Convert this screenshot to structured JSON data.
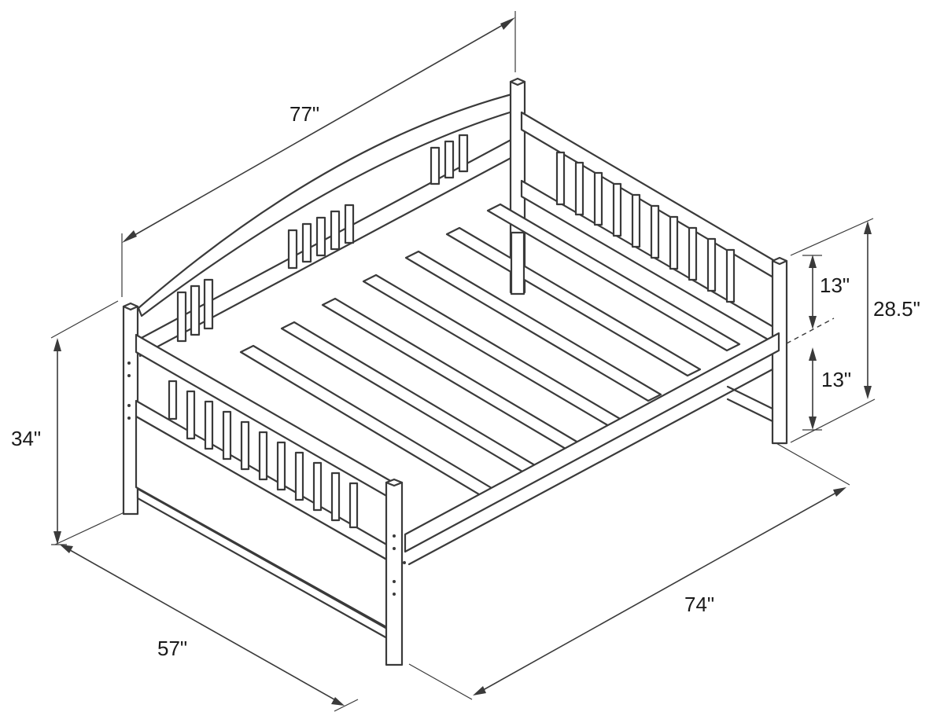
{
  "dimensions": {
    "length": "77\"",
    "height": "34\"",
    "width": "57\"",
    "inner_length": "74\"",
    "upper_rail": "13\"",
    "lower_rail": "13\"",
    "side_height": "28.5\""
  },
  "colors": {
    "line": "#3a3a3a",
    "background": "#ffffff"
  }
}
